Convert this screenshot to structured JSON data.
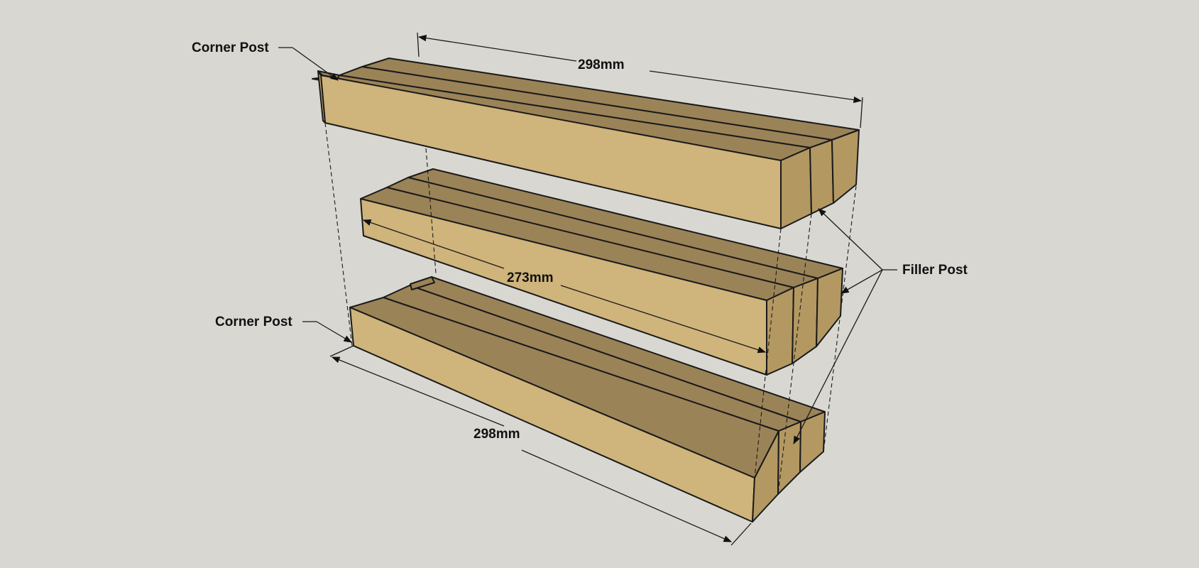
{
  "labels": {
    "corner_post_top": "Corner Post",
    "corner_post_bottom": "Corner Post",
    "filler_post": "Filler Post",
    "dim_top": "298mm",
    "dim_middle": "273mm",
    "dim_bottom": "298mm"
  },
  "colors": {
    "background": "#d8d7d2",
    "face_light": "#cfb47b",
    "face_top": "#9b8358",
    "face_side": "#b39862",
    "edge": "#1a1a1a"
  }
}
